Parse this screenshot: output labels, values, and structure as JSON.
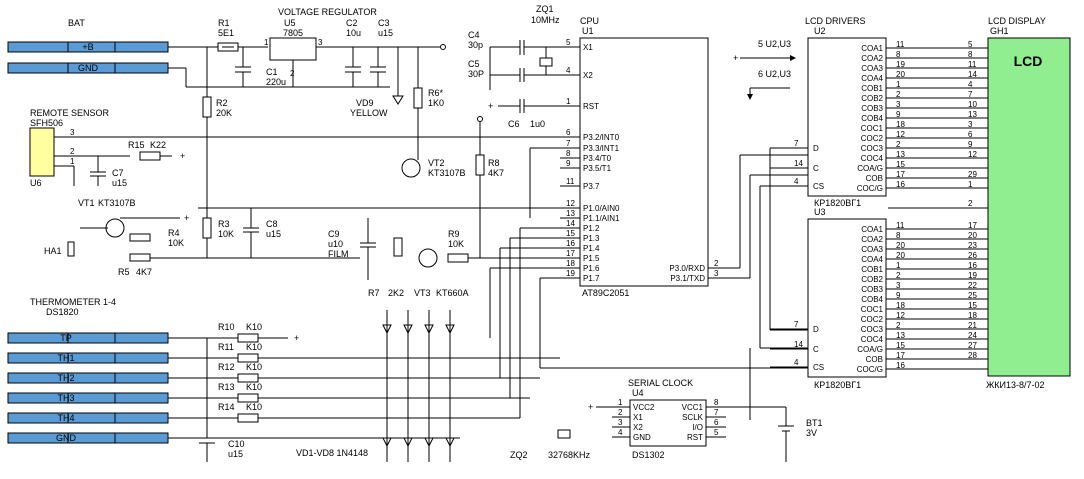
{
  "headings": {
    "bat": "BAT",
    "voltage_regulator": "VOLTAGE REGULATOR",
    "zq1": "ZQ1",
    "zq1_freq": "10MHz",
    "cpu": "CPU",
    "lcd_drivers": "LCD DRIVERS",
    "lcd_display": "LCD DISPLAY",
    "remote_sensor": "REMOTE SENSOR",
    "sensor_model": "SFH506",
    "thermometer": "THERMOMETER 1-4",
    "ds1820": "DS1820",
    "serial_clock": "SERIAL CLOCK"
  },
  "terminals": [
    {
      "label": "+B"
    },
    {
      "label": "GND"
    },
    {
      "label": "TP"
    },
    {
      "label": "TH1"
    },
    {
      "label": "TH2"
    },
    {
      "label": "TH3"
    },
    {
      "label": "TH4"
    },
    {
      "label": "GND"
    }
  ],
  "components": {
    "r1": "R1",
    "r1v": "5E1",
    "u5": "U5",
    "u5v": "7805",
    "c1": "C1",
    "c1v": "220u",
    "c2": "C2",
    "c2v": "10u",
    "c3": "C3",
    "c3v": "u15",
    "c4": "C4",
    "c4v": "30p",
    "c5": "C5",
    "c5v": "30P",
    "c6": "C6",
    "c6v": "1u0",
    "r2": "R2",
    "r2v": "20K",
    "vd9": "VD9",
    "vd9c": "YELLOW",
    "r6": "R6*",
    "r6v": "1K0",
    "r15": "R15",
    "r15v": "K22",
    "c7": "C7",
    "c7v": "u15",
    "u6": "U6",
    "vt2": "VT2",
    "vt2v": "KT3107B",
    "r8": "R8",
    "r8v": "4K7",
    "vt1": "VT1",
    "vt1v": "KT3107B",
    "r3": "R3",
    "r3v": "10K",
    "c8": "C8",
    "c8v": "u15",
    "r4": "R4",
    "r4v": "10K",
    "r5": "R5",
    "r5v": "4K7",
    "ha1": "HA1",
    "c9": "C9",
    "c9v": "u10",
    "c9f": "FILM",
    "r9": "R9",
    "r9v": "10K",
    "r7": "R7",
    "r7v": "2K2",
    "vt3": "VT3",
    "vt3v": "KT660A",
    "r10": "R10",
    "r11": "R11",
    "r12": "R12",
    "r13": "R13",
    "r14": "R14",
    "k10": "K10",
    "c10": "C10",
    "c10v": "u15",
    "vd": "VD1-VD8  1N4148",
    "zq2": "ZQ2",
    "zq2v": "32768KHz",
    "bt1": "BT1",
    "bt1v": "3V",
    "lcd": "LCD",
    "gh1": "GH1",
    "lcdmodel": "ЖКИ13-8/7-02"
  },
  "cpu": {
    "ref": "U1",
    "model": "AT89C2051",
    "left_pins": [
      {
        "n": "5",
        "name": "X1"
      },
      {
        "n": "4",
        "name": "X2"
      },
      {
        "n": "1",
        "name": "RST"
      },
      {
        "n": "6",
        "name": "P3.2/INT0"
      },
      {
        "n": "7",
        "name": "P3.3/INT1"
      },
      {
        "n": "8",
        "name": "P3.4/T0"
      },
      {
        "n": "9",
        "name": "P3.5/T1"
      },
      {
        "n": "11",
        "name": "P3.7"
      },
      {
        "n": "12",
        "name": "P1.0/AIN0"
      },
      {
        "n": "13",
        "name": "P1.1/AIN1"
      },
      {
        "n": "14",
        "name": "P1.2"
      },
      {
        "n": "15",
        "name": "P1.3"
      },
      {
        "n": "16",
        "name": "P1.4"
      },
      {
        "n": "17",
        "name": "P1.5"
      },
      {
        "n": "18",
        "name": "P1.6"
      },
      {
        "n": "19",
        "name": "P1.7"
      }
    ],
    "right_pins": [
      {
        "n": "2",
        "name": "P3.0/RXD"
      },
      {
        "n": "3",
        "name": "P3.1/TXD"
      }
    ]
  },
  "supply_notes": [
    "5  U2,U3",
    "6  U2,U3"
  ],
  "drivers": [
    {
      "ref": "U2",
      "model": "КР1820ВГ1",
      "inputs": [
        {
          "n": "7",
          "name": "D"
        },
        {
          "n": "14",
          "name": "C"
        },
        {
          "n": "4",
          "name": "CS"
        }
      ],
      "outputs": [
        {
          "name": "COA1",
          "n": "11",
          "lcd": "5"
        },
        {
          "name": "COA2",
          "n": "8",
          "lcd": "8"
        },
        {
          "name": "COA3",
          "n": "19",
          "lcd": "11"
        },
        {
          "name": "COA4",
          "n": "20",
          "lcd": "14"
        },
        {
          "name": "COB1",
          "n": "1",
          "lcd": "4"
        },
        {
          "name": "COB2",
          "n": "2",
          "lcd": "7"
        },
        {
          "name": "COB3",
          "n": "3",
          "lcd": "10"
        },
        {
          "name": "COB4",
          "n": "9",
          "lcd": "13"
        },
        {
          "name": "COC1",
          "n": "18",
          "lcd": "3"
        },
        {
          "name": "COC2",
          "n": "12",
          "lcd": "6"
        },
        {
          "name": "COC3",
          "n": "2",
          "lcd": "9"
        },
        {
          "name": "COC4",
          "n": "13",
          "lcd": "12"
        },
        {
          "name": "COA/G",
          "n": "15",
          "lcd": ""
        },
        {
          "name": "COB",
          "n": "17",
          "lcd": "29"
        },
        {
          "name": "COC/G",
          "n": "16",
          "lcd": "1"
        }
      ]
    },
    {
      "ref": "U3",
      "model": "КР1820ВГ1",
      "inputs": [
        {
          "n": "7",
          "name": "D"
        },
        {
          "n": "14",
          "name": "C"
        },
        {
          "n": "4",
          "name": "CS"
        }
      ],
      "outputs": [
        {
          "name": "COA1",
          "n": "11",
          "lcd": "17"
        },
        {
          "name": "COA2",
          "n": "8",
          "lcd": "20"
        },
        {
          "name": "COA3",
          "n": "20",
          "lcd": "23"
        },
        {
          "name": "COA4",
          "n": "20",
          "lcd": "26"
        },
        {
          "name": "COB1",
          "n": "1",
          "lcd": "16"
        },
        {
          "name": "COB2",
          "n": "2",
          "lcd": "19"
        },
        {
          "name": "COB3",
          "n": "3",
          "lcd": "22"
        },
        {
          "name": "COB4",
          "n": "9",
          "lcd": "25"
        },
        {
          "name": "COC1",
          "n": "18",
          "lcd": "15"
        },
        {
          "name": "COC2",
          "n": "12",
          "lcd": "18"
        },
        {
          "name": "COC3",
          "n": "2",
          "lcd": "21"
        },
        {
          "name": "COC4",
          "n": "13",
          "lcd": "24"
        },
        {
          "name": "COA/G",
          "n": "15",
          "lcd": "27"
        },
        {
          "name": "COB",
          "n": "17",
          "lcd": "28"
        },
        {
          "name": "COC/G",
          "n": "16",
          "lcd": ""
        }
      ]
    }
  ],
  "lcd_extra_pin": "2",
  "rtc": {
    "ref": "U4",
    "model": "DS1302",
    "left_pins": [
      {
        "n": "1",
        "name": "VCC2"
      },
      {
        "n": "2",
        "name": "X1"
      },
      {
        "n": "3",
        "name": "X2"
      },
      {
        "n": "4",
        "name": "GND"
      }
    ],
    "right_pins": [
      {
        "n": "8",
        "name": "VCC1"
      },
      {
        "n": "7",
        "name": "SCLK"
      },
      {
        "n": "6",
        "name": "I/O"
      },
      {
        "n": "5",
        "name": "RST"
      }
    ]
  },
  "pin_numbers": {
    "u5_in": "1",
    "u5_out": "3",
    "u5_gnd": "2",
    "sfh_3": "3",
    "sfh_2": "2",
    "sfh_1": "1"
  },
  "symbols": {
    "plus": "+"
  },
  "colors": {
    "terminal": "#5b9bd5",
    "lcd": "#90ee90"
  }
}
